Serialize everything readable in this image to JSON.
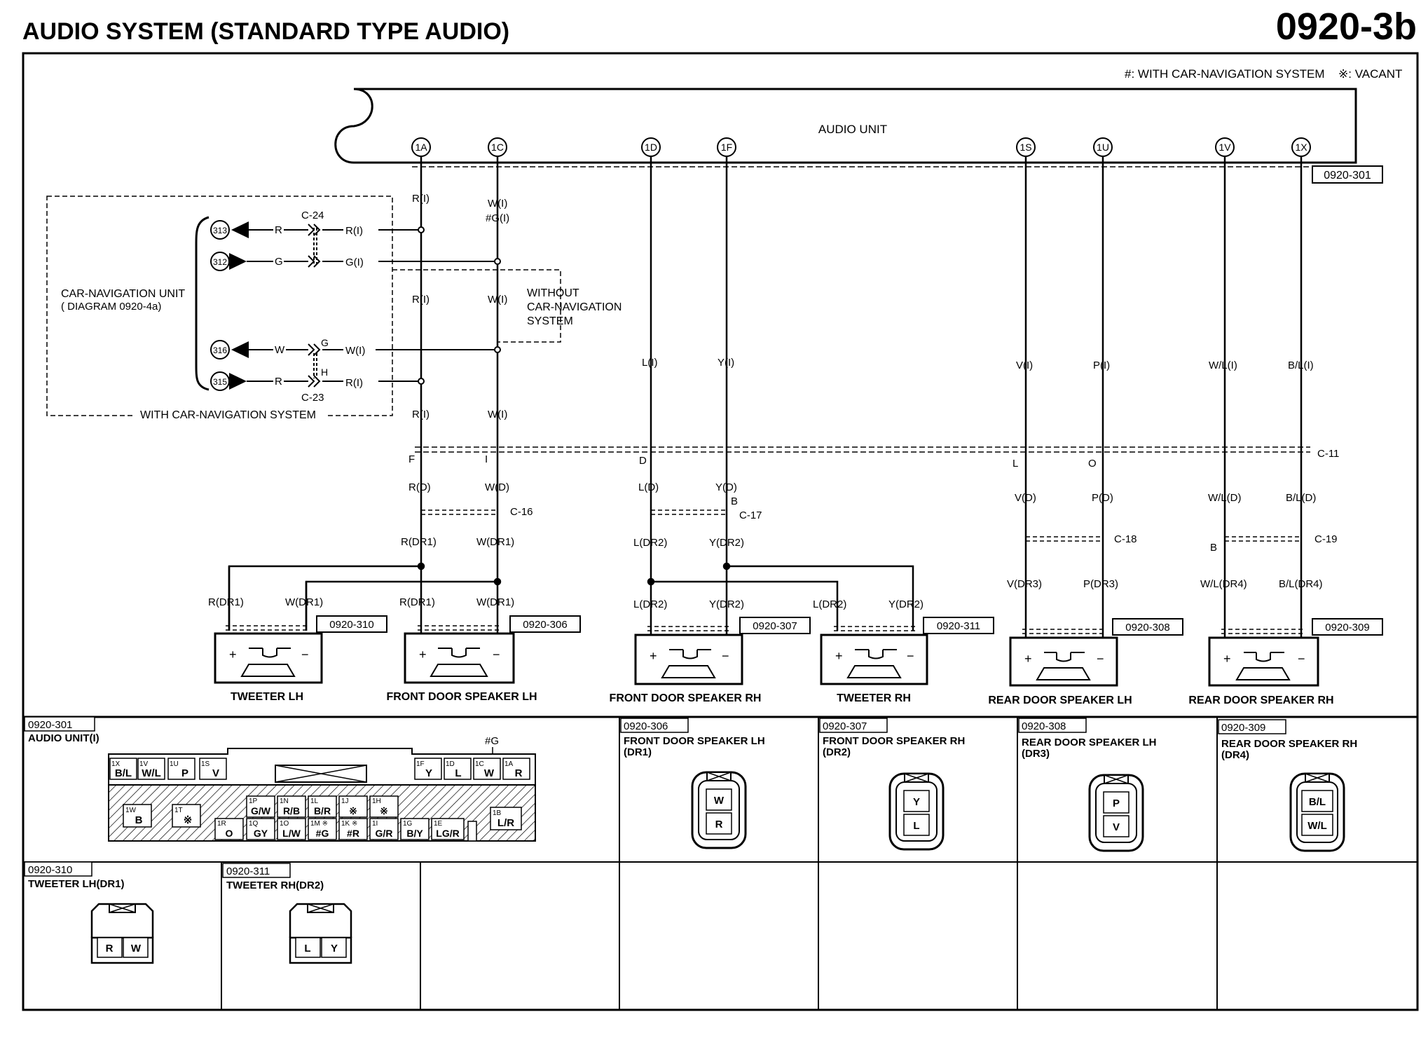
{
  "header": {
    "title": "AUDIO SYSTEM (STANDARD TYPE AUDIO)",
    "page_code": "0920-3b"
  },
  "legend": {
    "nav_note": "#: WITH CAR-NAVIGATION SYSTEM",
    "vacant_note": "※: VACANT"
  },
  "audio_unit": {
    "label": "AUDIO UNIT",
    "connector_ref": "0920-301",
    "pins": [
      "1A",
      "1C",
      "1D",
      "1F",
      "1S",
      "1U",
      "1V",
      "1X"
    ]
  },
  "wires": {
    "top": [
      "R(I)",
      "W(I)",
      "#G(I)"
    ],
    "mid": [
      "R(I)",
      "W(I)",
      "L(I)",
      "Y(I)",
      "V(I)",
      "P(I)",
      "W/L(I)",
      "B/L(I)"
    ],
    "low": [
      "R(I)",
      "W(I)"
    ],
    "c11_pins": [
      "F",
      "I",
      "D",
      "L",
      "O"
    ],
    "door": [
      "R(D)",
      "W(D)",
      "L(D)",
      "Y(D)",
      "V(D)",
      "P(D)",
      "W/L(D)",
      "B/L(D)"
    ],
    "dr": [
      "R(DR1)",
      "W(DR1)",
      "L(DR2)",
      "Y(DR2)",
      "V(DR3)",
      "P(DR3)",
      "W/L(DR4)",
      "B/L(DR4)"
    ],
    "pin_b": "B"
  },
  "connectors": {
    "c11": "C-11",
    "c16": "C-16",
    "c17": "C-17",
    "c18": "C-18",
    "c19": "C-19",
    "c23": "C-23",
    "c24": "C-24"
  },
  "navigation": {
    "unit_label_1": "CAR-NAVIGATION UNIT",
    "unit_label_2": "( DIAGRAM 0920-4a)",
    "box_label": "WITH CAR-NAVIGATION SYSTEM",
    "without_1": "WITHOUT",
    "without_2": "CAR-NAVIGATION",
    "without_3": "SYSTEM",
    "terminals": [
      "313",
      "312",
      "316",
      "315"
    ],
    "wire_codes": [
      "R",
      "G",
      "W",
      "R"
    ],
    "nav_wires": [
      "R(I)",
      "G(I)",
      "W(I)",
      "R(I)"
    ],
    "pin_g": "G",
    "pin_h": "H"
  },
  "speakers": [
    {
      "name": "TWEETER LH",
      "ref": "0920-310",
      "labels": [
        "R(DR1)",
        "W(DR1)"
      ]
    },
    {
      "name": "FRONT DOOR SPEAKER LH",
      "ref": "0920-306",
      "labels": [
        "R(DR1)",
        "W(DR1)"
      ]
    },
    {
      "name": "FRONT DOOR SPEAKER RH",
      "ref": "0920-307",
      "labels": [
        "L(DR2)",
        "Y(DR2)"
      ]
    },
    {
      "name": "TWEETER RH",
      "ref": "0920-311",
      "labels": [
        "L(DR2)",
        "Y(DR2)"
      ]
    },
    {
      "name": "REAR DOOR SPEAKER LH",
      "ref": "0920-308",
      "labels": [
        "V(DR3)",
        "P(DR3)"
      ]
    },
    {
      "name": "REAR DOOR SPEAKER RH",
      "ref": "0920-309",
      "labels": [
        "W/L(DR4)",
        "B/L(DR4)"
      ]
    }
  ],
  "connector_views": {
    "audio_unit": {
      "ref": "0920-301",
      "title": "AUDIO UNIT(I)",
      "g_note": "#G",
      "top_pins": [
        {
          "id": "1X",
          "w": "B/L"
        },
        {
          "id": "1V",
          "w": "W/L"
        },
        {
          "id": "1U",
          "w": "P"
        },
        {
          "id": "1S",
          "w": "V"
        },
        {
          "id": "1F",
          "w": "Y"
        },
        {
          "id": "1D",
          "w": "L"
        },
        {
          "id": "1C",
          "w": "W"
        },
        {
          "id": "1A",
          "w": "R"
        }
      ],
      "mid_pins": [
        {
          "id": "1P",
          "w": "G/W"
        },
        {
          "id": "1N",
          "w": "R/B"
        },
        {
          "id": "1L",
          "w": "B/R"
        },
        {
          "id": "1J",
          "w": "※"
        },
        {
          "id": "1H",
          "w": "※"
        }
      ],
      "low_pins": [
        {
          "id": "1R",
          "w": "O"
        },
        {
          "id": "1Q",
          "w": "GY"
        },
        {
          "id": "1O",
          "w": "L/W"
        },
        {
          "id": "1M ※",
          "w": "#G"
        },
        {
          "id": "1K ※",
          "w": "#R"
        },
        {
          "id": "1I",
          "w": "G/R"
        },
        {
          "id": "1G",
          "w": "B/Y"
        },
        {
          "id": "1E",
          "w": "LG/R"
        }
      ],
      "side_pins": [
        {
          "id": "1W",
          "w": "B"
        },
        {
          "id": "1T",
          "w": "※"
        },
        {
          "id": "1B",
          "w": "L/R"
        }
      ]
    },
    "door": [
      {
        "ref": "0920-306",
        "t1": "FRONT DOOR SPEAKER LH",
        "t2": "(DR1)",
        "w": [
          "W",
          "R"
        ]
      },
      {
        "ref": "0920-307",
        "t1": "FRONT DOOR SPEAKER RH",
        "t2": "(DR2)",
        "w": [
          "Y",
          "L"
        ]
      },
      {
        "ref": "0920-308",
        "t1": "REAR DOOR SPEAKER LH",
        "t2": "(DR3)",
        "w": [
          "P",
          "V"
        ]
      },
      {
        "ref": "0920-309",
        "t1": "REAR DOOR SPEAKER RH",
        "t2": "(DR4)",
        "w": [
          "B/L",
          "W/L"
        ]
      }
    ],
    "tweeter": [
      {
        "ref": "0920-310",
        "t1": "TWEETER LH(DR1)",
        "w": [
          "R",
          "W"
        ]
      },
      {
        "ref": "0920-311",
        "t1": "TWEETER RH(DR2)",
        "w": [
          "L",
          "Y"
        ]
      }
    ]
  }
}
